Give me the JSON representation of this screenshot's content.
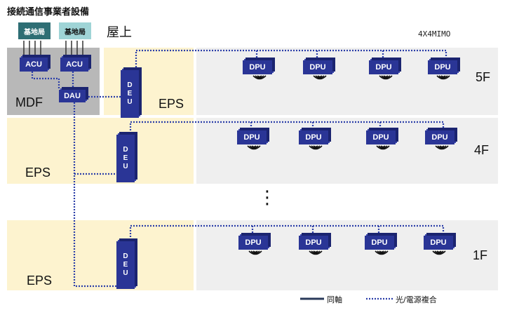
{
  "title": "接続通信事業者設備",
  "rooftop_label": "屋上",
  "mimo_label": "4X4MIMO",
  "mdf_label": "MDF",
  "base_stations": [
    "基地局",
    "基地局"
  ],
  "acu_labels": [
    "ACU",
    "ACU"
  ],
  "dau_label": "DAU",
  "eps_label": "EPS",
  "deu_letters": [
    "D",
    "E",
    "U"
  ],
  "dpu_label": "DPU",
  "floors": [
    {
      "label": "5F"
    },
    {
      "label": "4F"
    },
    {
      "label": "1F"
    }
  ],
  "ellipsis": "⋮",
  "legend": {
    "coax": "同軸",
    "hybrid": "光/電源複合"
  },
  "colors": {
    "station_dark": "#2e6e74",
    "station_light": "#9fd4d6",
    "unit_blue": "#2a3596",
    "line_blue": "#2b3ea8"
  }
}
